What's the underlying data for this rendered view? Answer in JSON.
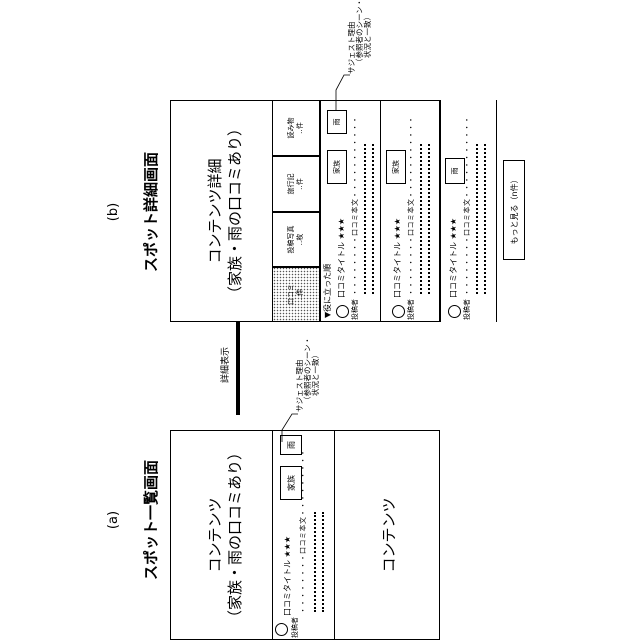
{
  "panel_a": {
    "label": "(a)",
    "title": "スポット一覧画面",
    "content_title": "コンテンツ",
    "content_subtitle": "（家族・雨の口コミあり）",
    "review_title": "口コミタイトル ★★★",
    "poster": "投稿者",
    "review_body": "・・・・・・・・口コミ本文・・・・・・・・・",
    "tags": [
      "家族",
      "雨"
    ],
    "content_below": "コンテンツ"
  },
  "panel_b": {
    "label": "(b)",
    "title": "スポット詳細画面",
    "content_title": "コンテンツ詳細",
    "content_subtitle": "（家族・雨の口コミあり）",
    "tabs": [
      "口コミ\n‥件",
      "投稿写真\n‥枚",
      "旅行記\n‥件",
      "読み物\n‥件"
    ],
    "sort_label": "▼役に立った順",
    "reviews": [
      {
        "title": "口コミタイトル ★★★",
        "poster": "投稿者",
        "body": "・・・・・・・・口コミ本文・・・・・・・・・・・",
        "tags": [
          "家族",
          "雨"
        ]
      },
      {
        "title": "口コミタイトル ★★★",
        "poster": "投稿者",
        "body": "・・・・・・・・口コミ本文・・・・・・・・・・・",
        "tags": [
          "家族"
        ]
      },
      {
        "title": "口コミタイトル ★★★",
        "poster": "投稿者",
        "body": "・・・・・・・・口コミ本文・・・・・・・・・・・",
        "tags": [
          "雨"
        ]
      }
    ],
    "more_button": "もっと見る（n件）"
  },
  "arrow_label": "詳細表示",
  "callout_a": [
    "サジェスト理由",
    "（参照者のシーン・",
    "状況と一致）"
  ],
  "callout_b": [
    "サジェスト理由",
    "（参照者のシーン・",
    "状況と一致）"
  ]
}
